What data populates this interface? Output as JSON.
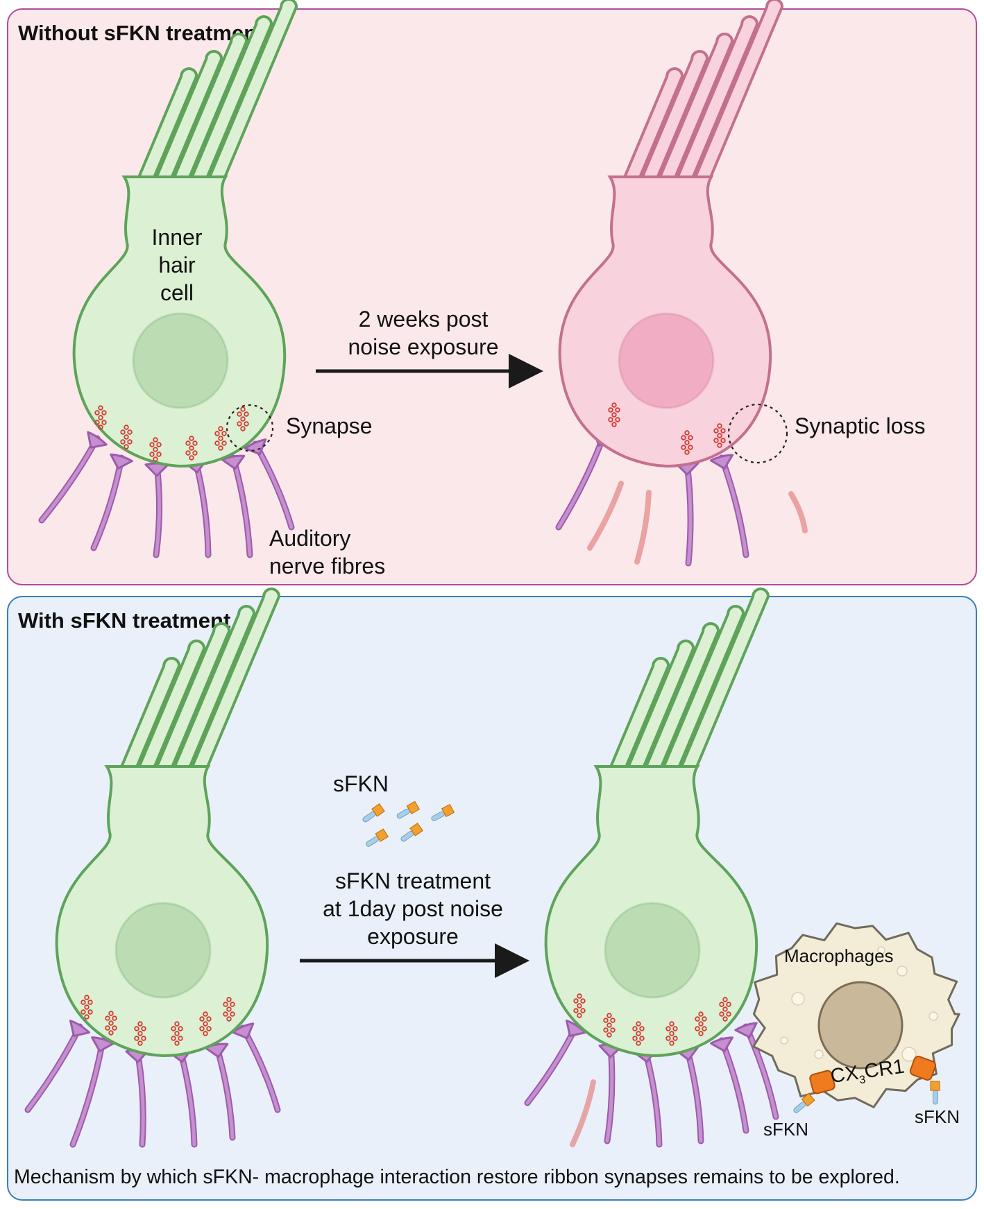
{
  "top_panel": {
    "title": "Without sFKN treatment",
    "cell_label_lines": [
      "Inner",
      "hair",
      "cell"
    ],
    "arrow_label_lines": [
      "2 weeks post",
      "noise exposure"
    ],
    "synapse_label": "Synapse",
    "fibres_label_lines": [
      "Auditory",
      "nerve fibres"
    ],
    "loss_label": "Synaptic loss"
  },
  "bottom_panel": {
    "title": "With sFKN treatment",
    "sfkn_label": "sFKN",
    "arrow_label_lines": [
      "sFKN treatment",
      "at 1day post noise",
      "exposure"
    ],
    "macrophage_label": "Macrophages",
    "receptor_label_main": "CX",
    "receptor_label_sub": "3",
    "receptor_label_tail": "CR1",
    "sfkn_left_label": "sFKN",
    "sfkn_right_label": "sFKN",
    "footer": "Mechanism by which sFKN- macrophage interaction restore ribbon synapses remains to be explored."
  },
  "colors": {
    "healthy_cell_fill": "#dcf0d4",
    "healthy_cell_stroke": "#5ea35a",
    "nucleus_healthy": "#bcdcb4",
    "damaged_cell_fill": "#f8d2dc",
    "damaged_cell_stroke": "#c3708f",
    "nucleus_damaged": "#f1adc4",
    "fibre": "#c88fd0",
    "fibre_stroke": "#9b5cab",
    "lost_fibre": "#f2a8a8",
    "synapse_red": "#d6392f",
    "macrophage_fill": "#f3ecd6",
    "macrophage_nucleus": "#c9b99a",
    "receptor": "#f07a1e",
    "sfkn_head": "#f2a12e",
    "sfkn_tail": "#a9cfe8"
  }
}
